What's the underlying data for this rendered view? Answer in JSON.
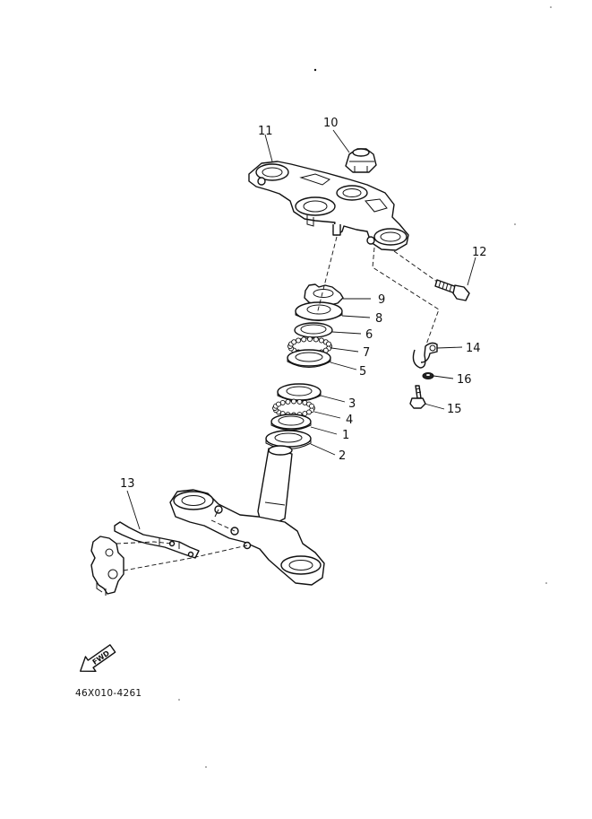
{
  "diagram": {
    "code": "46X010-4261",
    "forward_label": "FWD",
    "callouts": {
      "c1": "1",
      "c2": "2",
      "c3": "3",
      "c4": "4",
      "c5": "5",
      "c6": "6",
      "c7": "7",
      "c8": "8",
      "c9": "9",
      "c10": "10",
      "c11": "11",
      "c12": "12",
      "c13": "13",
      "c14": "14",
      "c15": "15",
      "c16": "16"
    }
  }
}
